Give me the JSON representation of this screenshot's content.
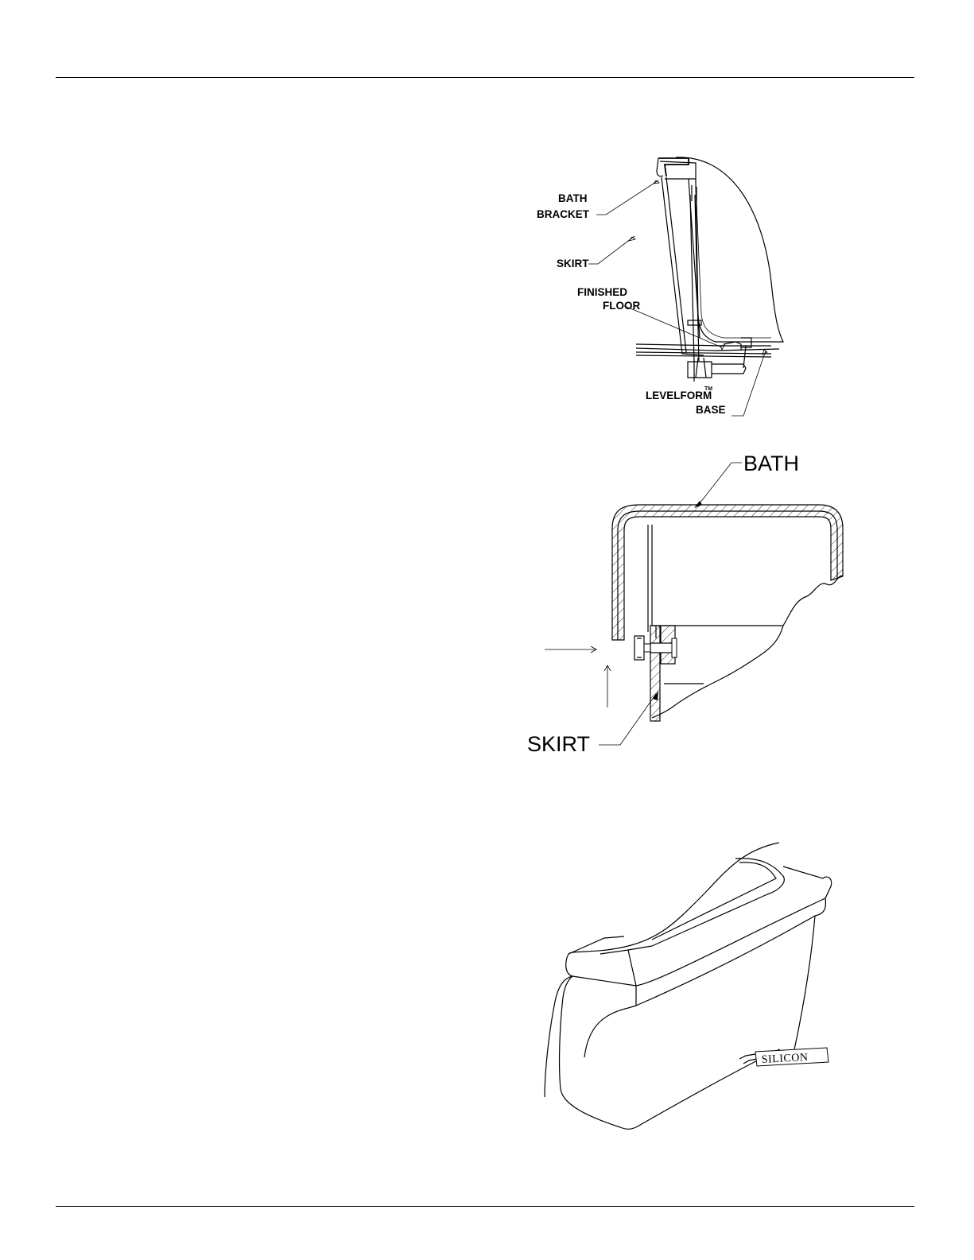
{
  "figures": {
    "fig1": {
      "labels": {
        "bath_bracket_1": "BATH",
        "bath_bracket_2": "BRACKET",
        "skirt": "SKIRT",
        "finished_floor_1": "FINISHED",
        "finished_floor_2": "FLOOR",
        "levelform_1": "LEVELFORM",
        "levelform_tm": "TM",
        "levelform_2": "BASE"
      }
    },
    "fig2": {
      "labels": {
        "bath": "BATH",
        "skirt": "SKIRT"
      }
    },
    "fig3": {
      "labels": {
        "silicon": "SILICON"
      }
    }
  }
}
